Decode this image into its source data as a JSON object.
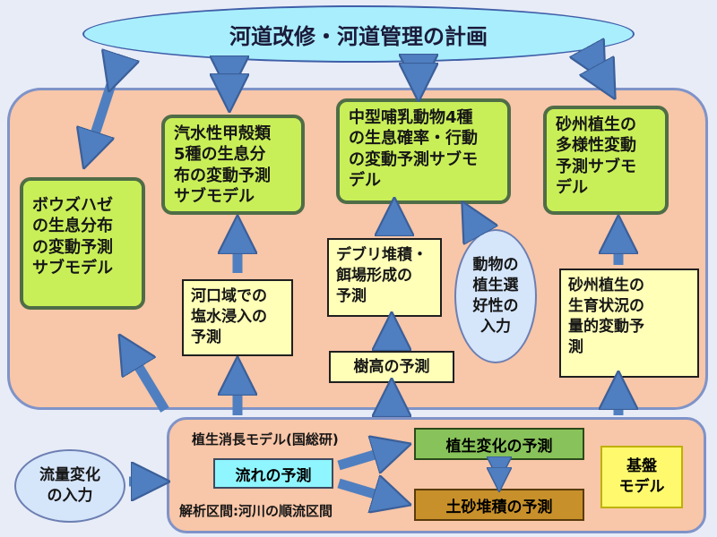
{
  "title": "河道改修・河道管理の計画",
  "submodels": {
    "crab": [
      "汽水性甲殻類",
      "5種の生息分",
      "布の変動予測",
      "サブモデル"
    ],
    "mammal": [
      "中型哺乳動物4種",
      "の生息確率・行動",
      "の変動予測サブモ",
      "デル"
    ],
    "sandbar_veg": [
      "砂州植生の",
      "多様性変動",
      "予測サブモ",
      "デル"
    ],
    "goby": [
      "ボウズハゼ",
      "の生息分布",
      "の変動予測",
      "サブモデル"
    ]
  },
  "predictions": {
    "debris": [
      "デブリ堆積・",
      "餌場形成の",
      "予測"
    ],
    "saltwater": [
      "河口域での",
      "塩水浸入の",
      "予測"
    ],
    "tree_height": "樹高の予測",
    "sandbar_growth": [
      "砂州植生の",
      "生育状況の",
      "量的変動予",
      "測"
    ]
  },
  "animal_input": [
    "動物の",
    "植生選",
    "好性の",
    "入力"
  ],
  "flow_input": [
    "流量変化",
    "の入力"
  ],
  "vegetation_model": {
    "title": "植生消長モデル(国総研)",
    "flow": "流れの予測",
    "veg_change": "植生変化の予測",
    "sediment": "土砂堆積の予測",
    "base_model": [
      "基盤",
      "モデル"
    ],
    "section": "解析区間:河川の順流区間"
  }
}
